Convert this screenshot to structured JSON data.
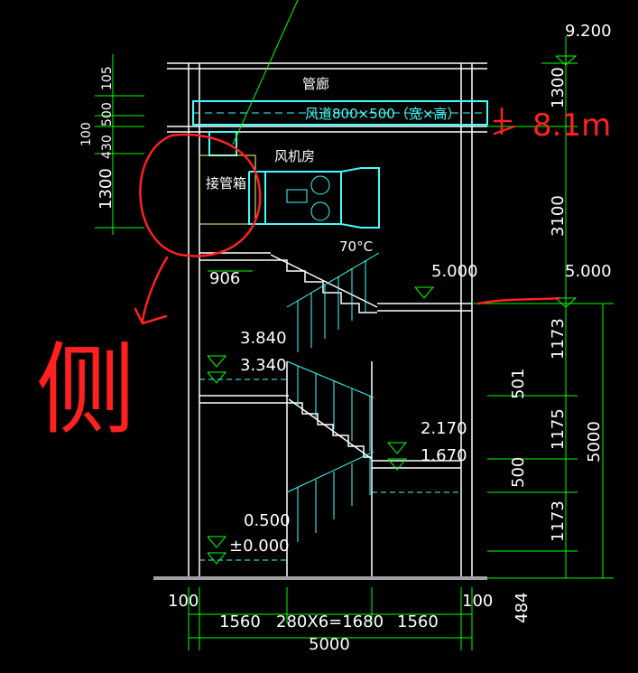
{
  "levels": {
    "top": "9.200",
    "floor_mid_left": "5.000",
    "floor_mid_right": "5.000",
    "landing_upper_a": "3.840",
    "landing_upper_b": "3.340",
    "landing_lower_a": "2.170",
    "landing_lower_b": "1.670",
    "base_a": "0.500",
    "base_b": "±0.000"
  },
  "labels": {
    "corridor": "管廊",
    "duct": "风道800×500（宽×高）",
    "fan_room": "风机房",
    "junction_box": "接管箱",
    "angle": "70°C",
    "stair_offset": "906"
  },
  "left_dims": {
    "d1": "105",
    "d2": "500",
    "d3": "100",
    "d4": "430",
    "d5": "1300"
  },
  "right_dims": {
    "r1": "1300",
    "r2": "3100",
    "r3": "1173",
    "r4": "501",
    "r5": "1175",
    "r6": "500",
    "r7": "1173",
    "total": "5000",
    "bottom": "484"
  },
  "bottom_dims": {
    "wall_left": "100",
    "wall_right": "100",
    "seg_left": "1560",
    "seg_mid": "280X6=1680",
    "seg_right": "1560",
    "total": "5000"
  },
  "annotations": {
    "height_note": "8.1m",
    "side_note": "侧"
  },
  "colors": {
    "background": "#000000",
    "structure": "#ffffff",
    "dimension": "#00ff00",
    "duct": "#40ffff",
    "markup": "#ff2020",
    "ground": "#a0a0a0"
  }
}
